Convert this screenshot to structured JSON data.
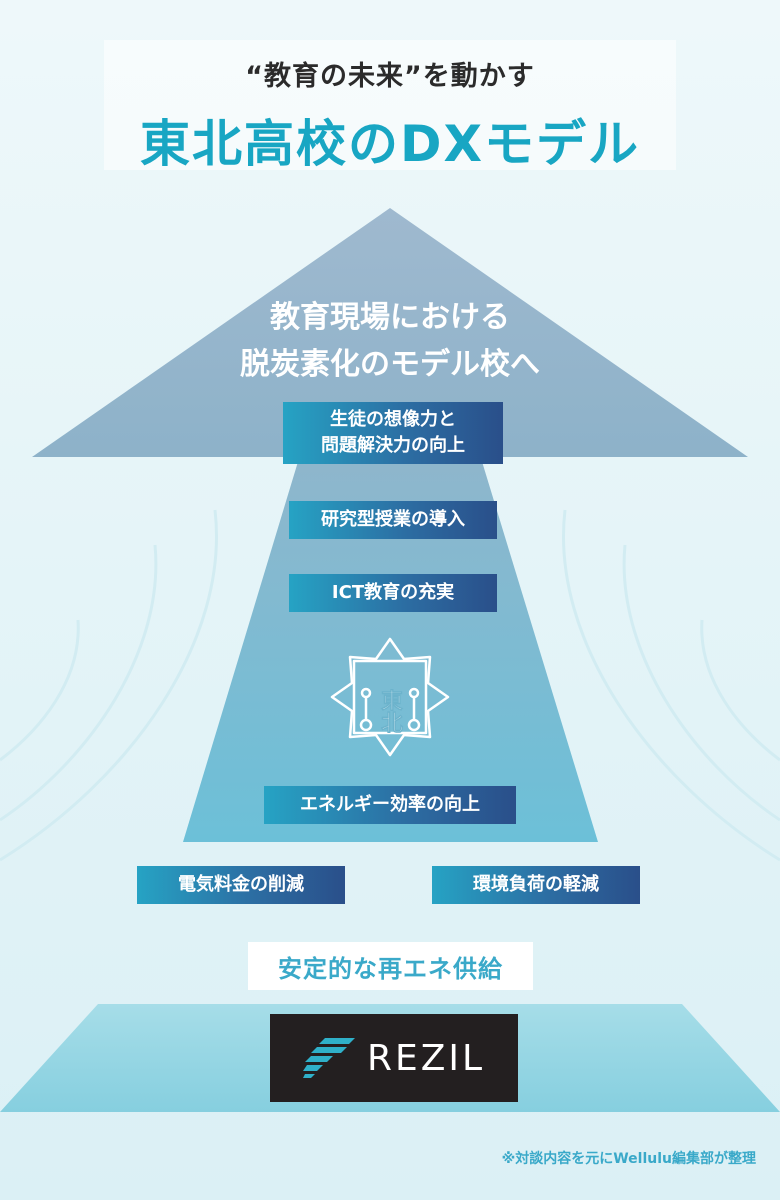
{
  "colors": {
    "accent": "#1aa7c4",
    "arrow_head": "#8fb6cc",
    "arrow_shaft": "#6fbcd6",
    "base": "#8fd2e0",
    "box_gradient": [
      "#26a3c4",
      "#2a4f8a"
    ]
  },
  "header": {
    "subtitle": "“教育の未来”を動かす",
    "title": "東北高校のDXモデル"
  },
  "arrow": {
    "goal_line1": "教育現場における",
    "goal_line2": "脱炭素化のモデル校へ"
  },
  "boxes": {
    "imagination_line1": "生徒の想像力と",
    "imagination_line2": "問題解決力の向上",
    "research": "研究型授業の導入",
    "ict": "ICT教育の充実",
    "energy": "エネルギー効率の向上",
    "electricity": "電気料金の削減",
    "environment": "環境負荷の軽減"
  },
  "emblem": {
    "icon": "school-emblem-icon",
    "text": "東北"
  },
  "supply": "安定的な再エネ供給",
  "logo": {
    "icon": "rezil-logo-mark-icon",
    "word": "REZIL"
  },
  "footnote": "※対談内容を元にWellulu編集部が整理"
}
